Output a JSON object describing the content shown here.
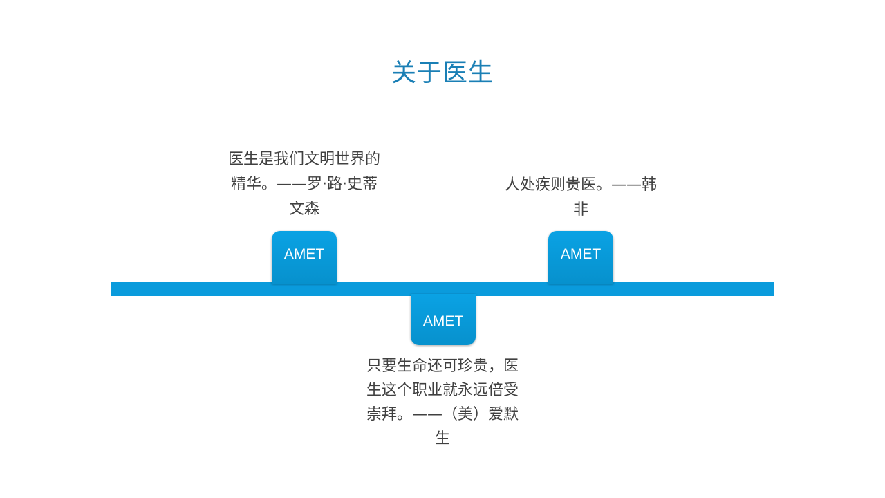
{
  "title": "关于医生",
  "milestones": [
    {
      "label": "AMET",
      "quote": "医生是我们文明世界的\n精华。——罗·路·史蒂\n文森"
    },
    {
      "label": "AMET",
      "quote": "人处疾则贵医。——韩\n非"
    },
    {
      "label": "AMET",
      "quote": "只要生命还可珍贵，医\n生这个职业就永远倍受\n崇拜。——（美）爱默\n生"
    }
  ],
  "colors": {
    "title": "#1a7fb5",
    "accent": "#0a9bdc",
    "text": "#404040"
  }
}
